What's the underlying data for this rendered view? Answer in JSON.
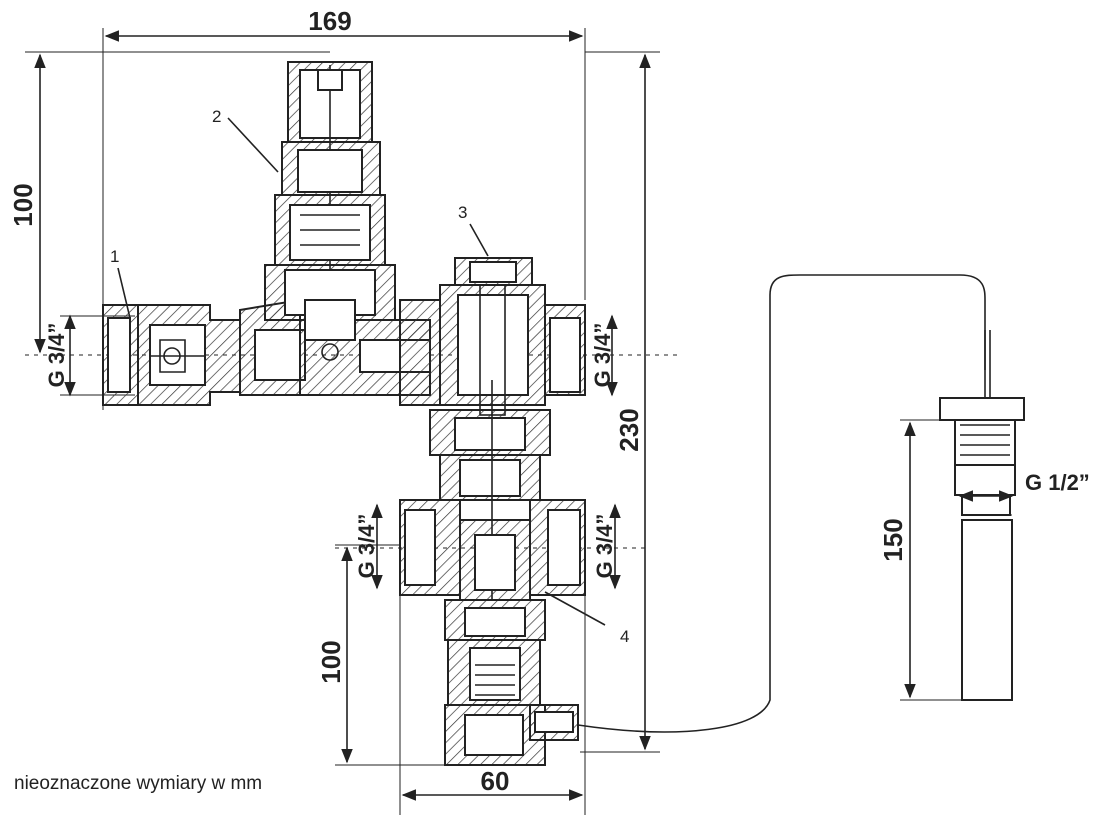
{
  "dimensions": {
    "top_width": "169",
    "left_height": "100",
    "total_height": "230",
    "lower_height": "100",
    "bottom_width": "60",
    "sensor_length": "150"
  },
  "threads": {
    "left_inlet": "G 3/4”",
    "right_upper": "G 3/4”",
    "lower_left": "G 3/4”",
    "lower_right": "G 3/4”",
    "sensor": "G 1/2”"
  },
  "callouts": {
    "one": "1",
    "two": "2",
    "three": "3",
    "four": "4"
  },
  "note": "nieoznaczone wymiary w mm"
}
